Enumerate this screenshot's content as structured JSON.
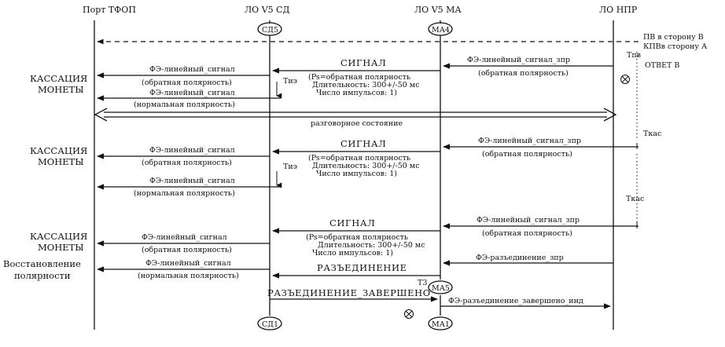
{
  "headers": {
    "col1": "Порт ТФОП",
    "col2": "ЛО V5 СД",
    "col3": "ЛО V5 МА",
    "col4": "ЛО НПР"
  },
  "states": {
    "sd5": "СД5",
    "ma4": "МА4",
    "ma5": "МА5",
    "sd1": "СД1",
    "ma1": "МА1"
  },
  "top": {
    "pv_line1": "ПВ в сторону В",
    "pv_line2": "КПВв сторону А",
    "tpv": "Тпв",
    "answer": "ОТВЕТ В"
  },
  "side_labels": {
    "kassacia": "КАССАЦИЯ",
    "monety": "МОНЕТЫ",
    "restore1": "Восстановление",
    "restore2": "полярности"
  },
  "messages": {
    "fe_line": "ФЭ-линейный_сигнал",
    "fe_line_zpr": "ФЭ-линейный_сигнал_зпр",
    "reverse": "(обратная полярность)",
    "normal": "(нормальная полярность)",
    "signal": "СИГНАЛ",
    "ps": "(Ps=обратная полярность",
    "duration": "Длительность: 300+/-50 мс",
    "pulses": "Число импульсов: 1)",
    "tie": "Тиэ",
    "conversation": "разговорное состояние",
    "tkas": "Ткас",
    "fe_disc_zpr": "ФЭ-разъединение_зпр",
    "disconnect": "РАЗЪЕДИНЕНИЕ",
    "disconnect_done": "РАЗЪЕДИНЕНИЕ_ЗАВЕРШЕНО",
    "t3": "Т3",
    "fe_disc_done_ind": "ФЭ-разъединение_завершено_инд"
  }
}
